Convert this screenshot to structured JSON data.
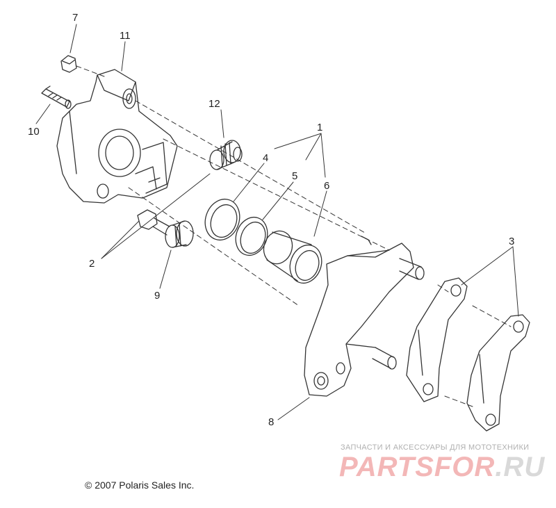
{
  "callouts": [
    {
      "label": "1"
    },
    {
      "label": "2"
    },
    {
      "label": "3"
    },
    {
      "label": "4"
    },
    {
      "label": "5"
    },
    {
      "label": "6"
    },
    {
      "label": "7"
    },
    {
      "label": "8"
    },
    {
      "label": "9"
    },
    {
      "label": "10"
    },
    {
      "label": "11"
    },
    {
      "label": "12"
    }
  ],
  "copyright": "© 2007 Polaris Sales Inc.",
  "watermark": {
    "subtitle": "ЗАПЧАСТИ И АКСЕССУАРЫ ДЛЯ МОТОТЕХНИКИ",
    "brand": "PARTSFOR",
    "tld": ".RU"
  },
  "colors": {
    "line": "#333333",
    "watermark_brand": "#f3b7b7",
    "watermark_text": "#b0b0b0"
  }
}
